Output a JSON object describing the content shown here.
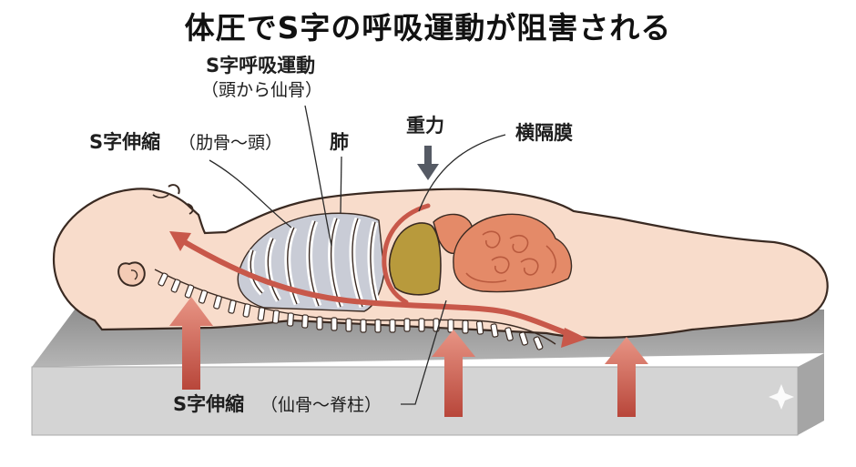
{
  "title": "体圧でS字の呼吸運動が阻害される",
  "labels": {
    "s_respiration": "S字呼吸運動",
    "s_respiration_sub": "（頭から仙骨）",
    "s_stretch_rib": "S字伸縮",
    "s_stretch_rib_sub": "（肋骨〜頭）",
    "lung": "肺",
    "gravity": "重力",
    "diaphragm": "横隔膜",
    "s_stretch_spine": "S字伸縮",
    "s_stretch_spine_sub": "（仙骨〜脊柱）"
  },
  "colors": {
    "skin": "#f8dccb",
    "outline": "#3a2a22",
    "arrow_red": "#c8584a",
    "mattress": "#c9c9c9",
    "lung": "#c9ccd6",
    "liver": "#b89a3c",
    "intestine": "#e48a68"
  }
}
